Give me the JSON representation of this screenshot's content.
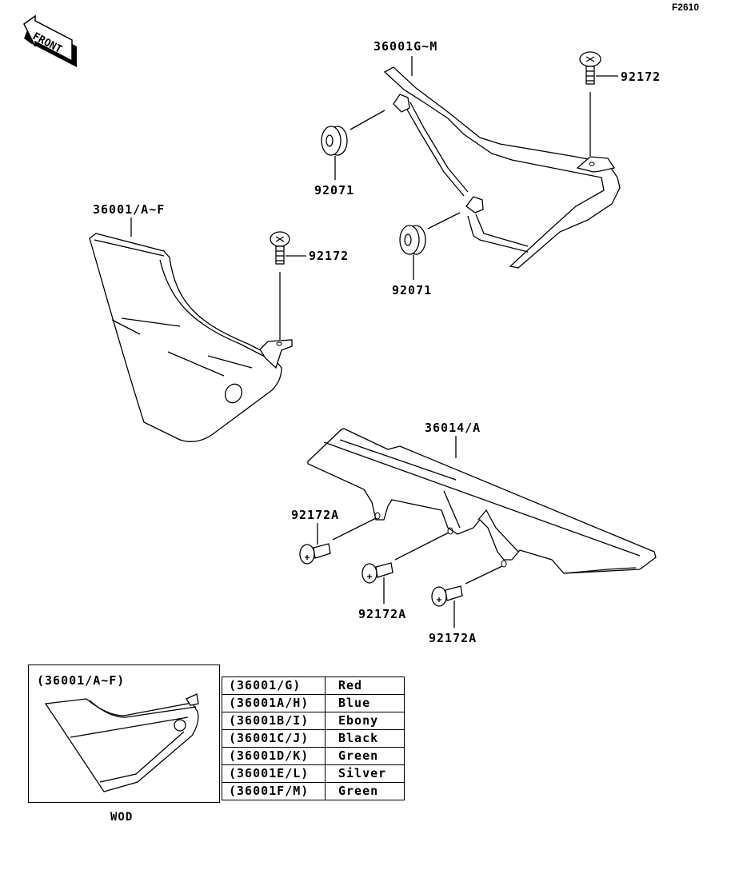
{
  "figure_id": "F2610",
  "front_indicator": "FRONT",
  "callouts": {
    "side_cover_right": "36001G~M",
    "bolt_top_right": "92172",
    "grommet_upper": "92071",
    "grommet_lower": "92071",
    "side_cover_left": "36001/A~F",
    "bolt_left": "92172",
    "chain_cover": "36014/A",
    "chain_bolt_1": "92172A",
    "chain_bolt_2": "92172A",
    "chain_bolt_3": "92172A"
  },
  "variant_inset": {
    "caption": "(36001/A~F)",
    "footnote": "WOD"
  },
  "color_table": [
    {
      "code": "(36001/G)",
      "color": "Red"
    },
    {
      "code": "(36001A/H)",
      "color": "Blue"
    },
    {
      "code": "(36001B/I)",
      "color": "Ebony"
    },
    {
      "code": "(36001C/J)",
      "color": "Black"
    },
    {
      "code": "(36001D/K)",
      "color": "Green"
    },
    {
      "code": "(36001E/L)",
      "color": "Silver"
    },
    {
      "code": "(36001F/M)",
      "color": "Green"
    }
  ]
}
